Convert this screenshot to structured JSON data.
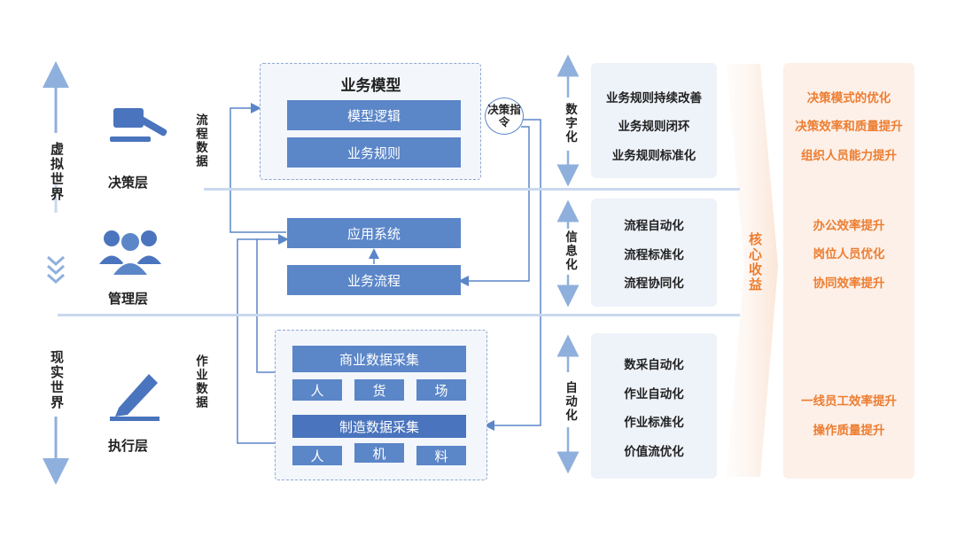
{
  "left_axis": {
    "top_label": "虚拟世界",
    "bottom_label": "现实世界"
  },
  "layers": [
    {
      "label": "决策层",
      "icon": "gavel-icon"
    },
    {
      "label": "管理层",
      "icon": "people-group-icon"
    },
    {
      "label": "执行层",
      "icon": "pen-icon"
    }
  ],
  "data_labels": {
    "process": "流程数据",
    "operation": "作业数据"
  },
  "business_model": {
    "title": "业务模型",
    "items": [
      "模型逻辑",
      "业务规则"
    ]
  },
  "decision_instruction": "决策指令",
  "management": {
    "app_system": "应用系统",
    "business_flow": "业务流程"
  },
  "execution": {
    "commercial": {
      "title": "商业数据采集",
      "items": [
        "人",
        "货",
        "场"
      ]
    },
    "manufacturing": {
      "title": "制造数据采集",
      "items": [
        "人",
        "机",
        "料"
      ]
    }
  },
  "stages": [
    {
      "label": "数字化",
      "items": [
        "业务规则持续改善",
        "业务规则闭环",
        "业务规则标准化"
      ]
    },
    {
      "label": "信息化",
      "items": [
        "流程自动化",
        "流程标准化",
        "流程协同化"
      ]
    },
    {
      "label": "自动化",
      "items": [
        "数采自动化",
        "作业自动化",
        "作业标准化",
        "价值流优化"
      ]
    }
  ],
  "core_benefit": {
    "label": "核心收益",
    "groups": [
      [
        "决策模式的优化",
        "决策效率和质量提升",
        "组织人员能力提升"
      ],
      [
        "办公效率提升",
        "岗位人员优化",
        "协同效率提升"
      ],
      [
        "一线员工效率提升",
        "操作质量提升"
      ]
    ]
  },
  "colors": {
    "primary_blue": "#5b86c8",
    "divider": "#c9d8ee",
    "benefit_orange": "#ed7d31",
    "card_bg": "#eef2f9",
    "benefit_bg": "#fdf0e8"
  }
}
